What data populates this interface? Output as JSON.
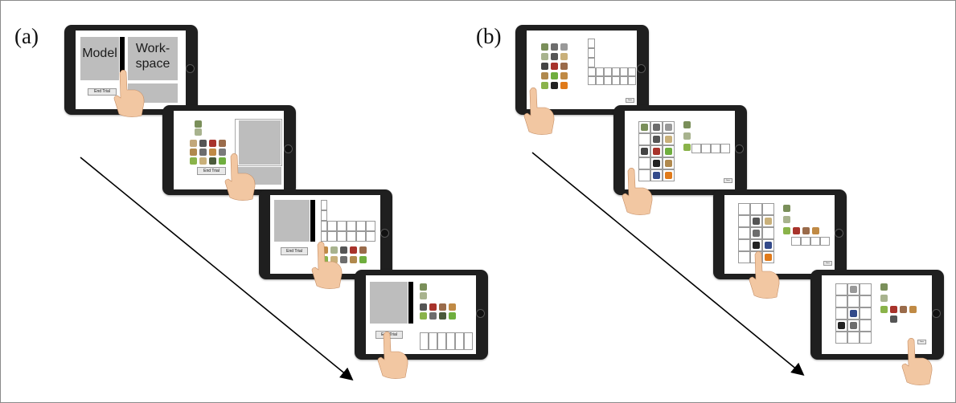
{
  "panels": [
    {
      "label": "(a)"
    },
    {
      "label": "(b)"
    }
  ],
  "tablet1": {
    "model_label": "Model",
    "workspace_label_line1": "Work-",
    "workspace_label_line2": "space",
    "end_trial_label": "End Trial"
  },
  "end_trial_label": "End Trial",
  "small_button_label": "Done",
  "colors": {
    "tablet_body": "#1f1f1f",
    "gray_area": "#bdbdbd",
    "skin": "#f2c7a2"
  }
}
